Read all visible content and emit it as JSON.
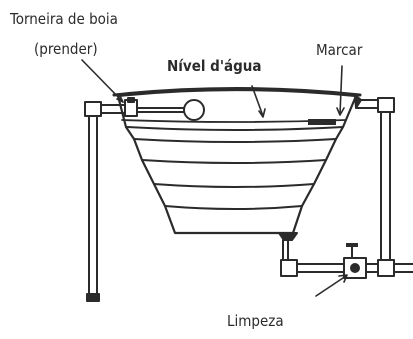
{
  "labels": {
    "float_valve_line1": "Torneira de boia",
    "float_valve_line2": "(prender)",
    "water_level": "Nível d'água",
    "mark": "Marcar",
    "cleaning": "Limpeza"
  },
  "colors": {
    "stroke": "#2b2b2b",
    "fill": "#ffffff",
    "text": "#2b2b2b"
  },
  "icons": {
    "float_valve": "float-valve-icon",
    "cleaning_valve": "drain-valve-icon"
  }
}
